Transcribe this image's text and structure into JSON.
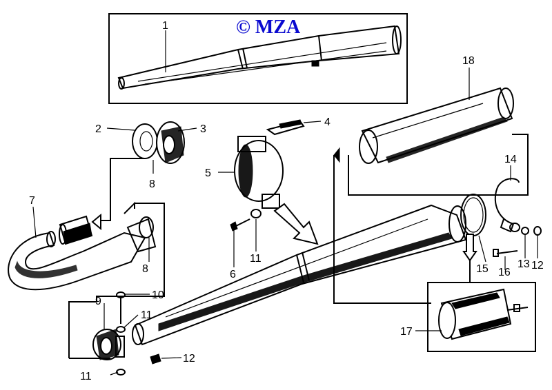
{
  "watermark": "© MZA",
  "colors": {
    "watermark": "#0a0ad0",
    "ink": "#000000",
    "background": "#ffffff"
  },
  "labels": {
    "p1": "1",
    "p2": "2",
    "p3": "3",
    "p4": "4",
    "p5": "5",
    "p6": "6",
    "p7": "7",
    "p8a": "8",
    "p8b": "8",
    "p9": "9",
    "p10": "10",
    "p11a": "11",
    "p11b": "11",
    "p11c": "11",
    "p12a": "12",
    "p12b": "12",
    "p13": "13",
    "p14": "14",
    "p15": "15",
    "p16": "16",
    "p17": "17",
    "p18": "18"
  }
}
